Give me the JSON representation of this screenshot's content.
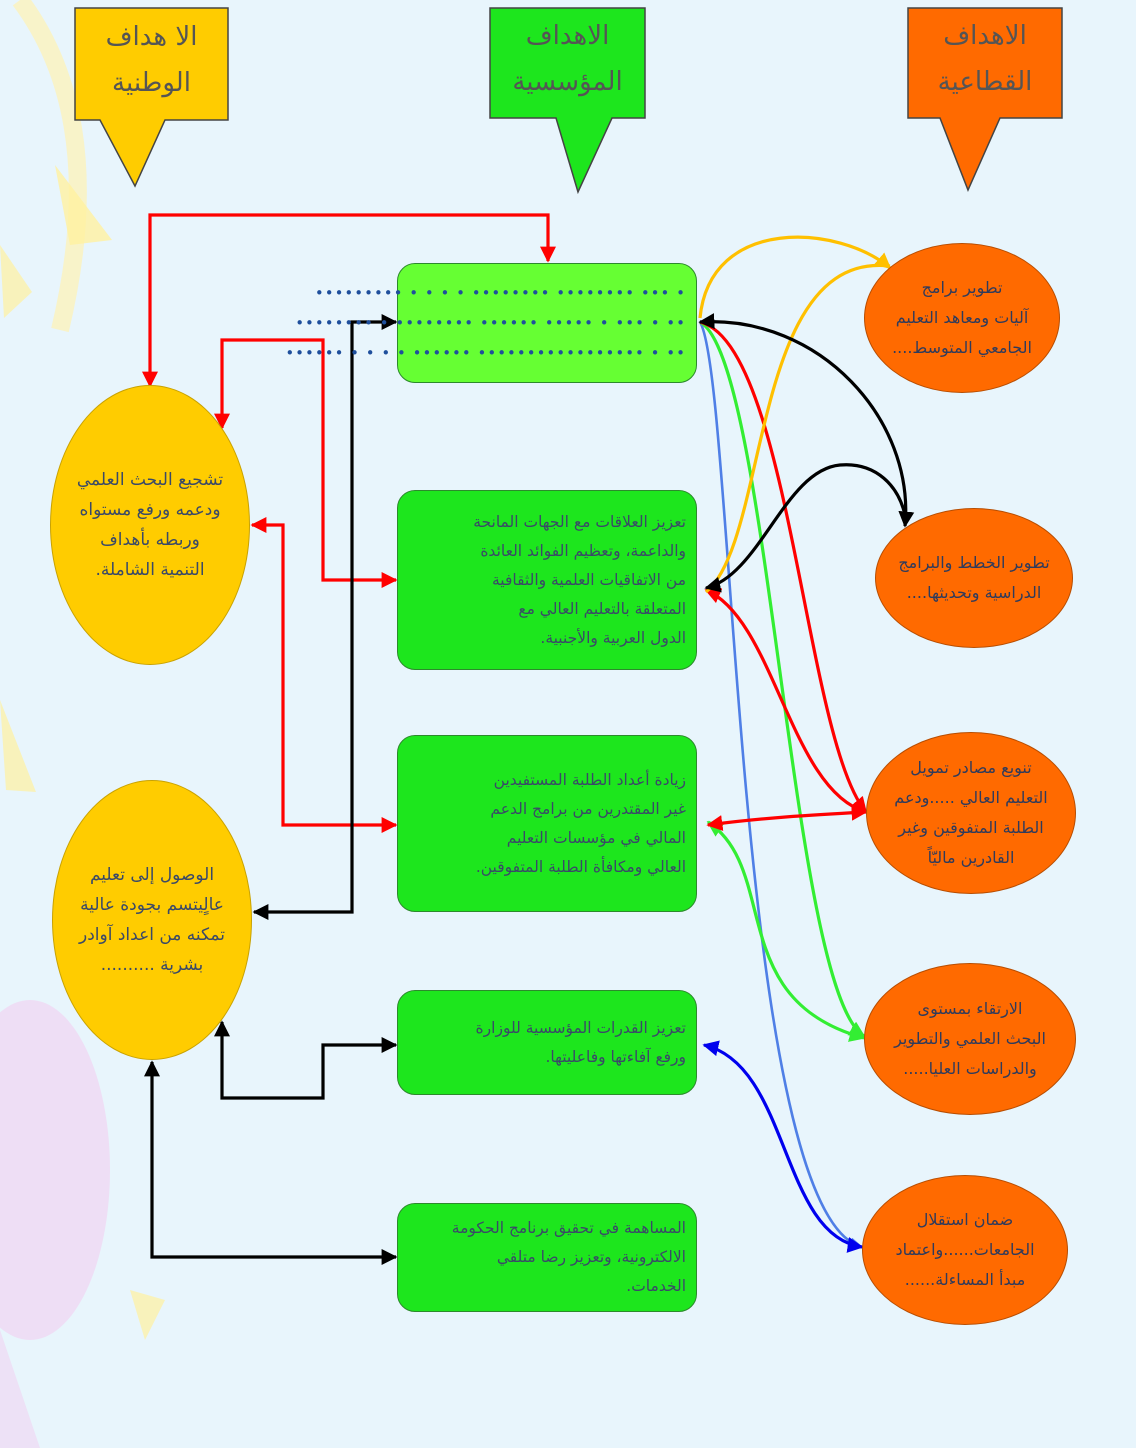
{
  "headers": {
    "national": {
      "line1": "الا هداف",
      "line2": "الوطنية"
    },
    "institutional": {
      "line1": "الاهداف",
      "line2": "المؤسسية"
    },
    "sectoral": {
      "line1": "الاهداف",
      "line2": "القطاعية"
    }
  },
  "national_goals": [
    {
      "lines": [
        "تشجيع البحث العلمي",
        "ودعمه ورفع مستواه",
        "وربطه بأهداف",
        "التنمية الشاملة."
      ]
    },
    {
      "lines": [
        "الوصول إلى تعليم",
        "عالٍيتسم بجودة عالية",
        "تمكنه من اعداد آوادر",
        "بشرية .........."
      ]
    }
  ],
  "institutional_goals": [
    {
      "lines": [
        "• ••• •••••••• •••••••• • • • • •••••••••",
        "•• • ••• • ••••• •••••• •••••••• • ••••••••",
        "•• • ••••••••••••••••• •••••• • • • • ••••••"
      ]
    },
    {
      "lines": [
        "تعزيز العلاقات مع الجهات المانحة",
        "والداعمة، وتعظيم الفوائد العائدة",
        "من الاتفاقيات العلمية والثقافية",
        "المتعلقة بالتعليم العالي مع",
        "الدول العربية والأجنبية."
      ]
    },
    {
      "lines": [
        "زيادة أعداد الطلبة المستفيدين",
        "غير المقتدرين من برامج الدعم",
        "المالي في مؤسسات التعليم",
        "العالي ومكافأة الطلبة المتفوقين."
      ]
    },
    {
      "lines": [
        "تعزيز القدرات المؤسسية للوزارة",
        "ورفع آفاءتها وفاعليتها."
      ]
    },
    {
      "lines": [
        "المساهمة في تحقيق برنامج الحكومة",
        "الالكترونية، وتعزيز رضا متلقي",
        "الخدمات."
      ]
    }
  ],
  "sectoral_goals": [
    {
      "lines": [
        "تطوير برامج",
        "آليات ومعاهد التعليم",
        "الجامعي المتوسط...."
      ]
    },
    {
      "lines": [
        "تطوير الخطط والبرامج",
        "الدراسية وتحديثها...."
      ]
    },
    {
      "lines": [
        "تنويع مصادر تمويل",
        "التعليم العالي .....ودعم",
        "الطلبة المتفوقين وغير",
        "القادرين ماليّاً"
      ]
    },
    {
      "lines": [
        "الارتقاء بمستوى",
        "البحث العلمي والتطوير",
        "والدراسات العليا....."
      ]
    },
    {
      "lines": [
        "ضمان استقلال",
        "الجامعات......واعتماد",
        "مبدأ المساءلة......"
      ]
    }
  ],
  "colors": {
    "background": "#e8f5fc",
    "national": "#ffcc00",
    "institutional": "#1de61d",
    "sectoral": "#ff6a00",
    "arrow_red": "#ff0000",
    "arrow_black": "#000000",
    "arrow_yellow": "#ffc000",
    "arrow_green": "#33ee33",
    "arrow_blue": "#0000ee",
    "arrow_lightblue": "#4f7fe6"
  }
}
